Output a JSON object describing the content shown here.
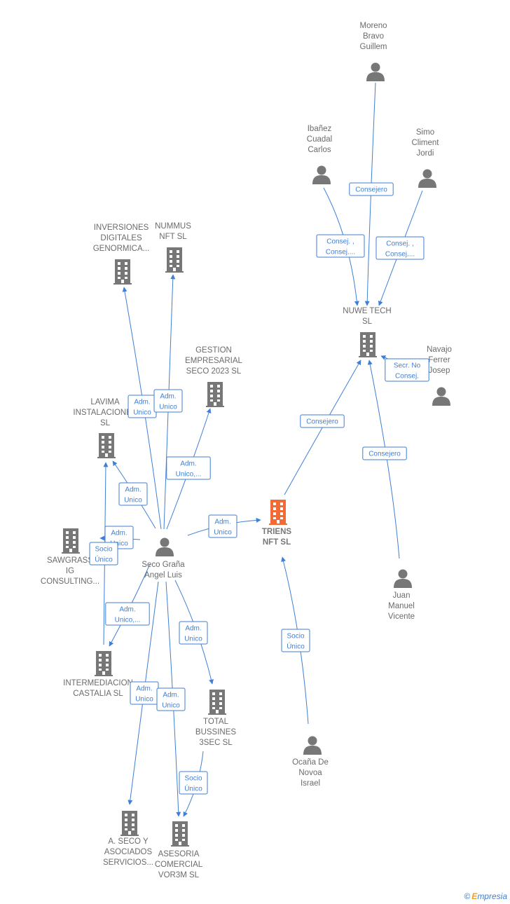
{
  "colors": {
    "edge": "#3f7fd6",
    "icon": "#777777",
    "focus": "#f26a36"
  },
  "nodes": {
    "moreno": {
      "lines": [
        "Moreno",
        "Bravo",
        "Guillem"
      ],
      "type": "person"
    },
    "ibanez": {
      "lines": [
        "Ibañez",
        "Cuadal",
        "Carlos"
      ],
      "type": "person"
    },
    "simo": {
      "lines": [
        "Simo",
        "Climent",
        "Jordi"
      ],
      "type": "person"
    },
    "nuwe": {
      "lines": [
        "NUWE TECH",
        "SL"
      ],
      "type": "company"
    },
    "navajo": {
      "lines": [
        "Navajo",
        "Ferrer",
        "Josep"
      ],
      "type": "person"
    },
    "inversiones": {
      "lines": [
        "INVERSIONES",
        "DIGITALES",
        "GENORMICA..."
      ],
      "type": "company"
    },
    "nummus": {
      "lines": [
        "NUMMUS",
        "NFT  SL"
      ],
      "type": "company"
    },
    "gestion": {
      "lines": [
        "GESTION",
        "EMPRESARIAL",
        "SECO 2023  SL"
      ],
      "type": "company"
    },
    "lavima": {
      "lines": [
        "LAVIMA",
        "INSTALACIONES",
        "SL"
      ],
      "type": "company"
    },
    "triens": {
      "lines": [
        "TRIENS",
        "NFT  SL"
      ],
      "type": "focus"
    },
    "sawgrass": {
      "lines": [
        "SAWGRASS",
        "IG",
        "CONSULTING..."
      ],
      "type": "company"
    },
    "seco": {
      "lines": [
        "Seco Graña",
        "Angel Luis"
      ],
      "type": "person"
    },
    "juan": {
      "lines": [
        "Juan",
        "Manuel",
        "Vicente"
      ],
      "type": "person"
    },
    "intermediacion": {
      "lines": [
        "INTERMEDIACION",
        "CASTALIA  SL"
      ],
      "type": "company"
    },
    "total": {
      "lines": [
        "TOTAL",
        "BUSSINES",
        "3SEC  SL"
      ],
      "type": "company"
    },
    "ocana": {
      "lines": [
        "Ocaña De",
        "Novoa",
        "Israel"
      ],
      "type": "person"
    },
    "aseco": {
      "lines": [
        "A.  SECO Y",
        "ASOCIADOS",
        "SERVICIOS..."
      ],
      "type": "company"
    },
    "asesoria": {
      "lines": [
        "ASESORIA",
        "COMERCIAL",
        "VOR3M  SL"
      ],
      "type": "company"
    }
  },
  "relations": [
    {
      "id": "moreno-nuwe",
      "lines": [
        "Consejero"
      ]
    },
    {
      "id": "ibanez-nuwe",
      "lines": [
        "Consej. ,",
        "Consej...."
      ]
    },
    {
      "id": "simo-nuwe",
      "lines": [
        "Consej. ,",
        "Consej...."
      ]
    },
    {
      "id": "navajo-nuwe",
      "lines": [
        "Secr.  No",
        "Consej."
      ]
    },
    {
      "id": "triens-nuwe",
      "lines": [
        "Consejero"
      ]
    },
    {
      "id": "juan-nuwe",
      "lines": [
        "Consejero"
      ]
    },
    {
      "id": "seco-inversiones",
      "lines": [
        "Adm.",
        "Unico"
      ]
    },
    {
      "id": "seco-nummus",
      "lines": [
        "Adm.",
        "Unico"
      ]
    },
    {
      "id": "seco-gestion",
      "lines": [
        "Adm.",
        "Unico,..."
      ]
    },
    {
      "id": "seco-lavima",
      "lines": [
        "Adm.",
        "Unico"
      ]
    },
    {
      "id": "seco-triens",
      "lines": [
        "Adm.",
        "Unico"
      ]
    },
    {
      "id": "seco-sawgrass-adm",
      "lines": [
        "Adm.",
        "Unico"
      ]
    },
    {
      "id": "intermediacion-sawgrass",
      "lines": [
        "Socio",
        "Único"
      ]
    },
    {
      "id": "seco-intermediacion",
      "lines": [
        "Adm.",
        "Unico,..."
      ]
    },
    {
      "id": "seco-total",
      "lines": [
        "Adm.",
        "Unico"
      ]
    },
    {
      "id": "seco-aseco",
      "lines": [
        "Adm.",
        "Unico"
      ]
    },
    {
      "id": "seco-asesoria",
      "lines": [
        "Adm.",
        "Unico"
      ]
    },
    {
      "id": "total-asesoria",
      "lines": [
        "Socio",
        "Único"
      ]
    },
    {
      "id": "ocana-triens",
      "lines": [
        "Socio",
        "Único"
      ]
    }
  ],
  "brand": {
    "symbol": "©",
    "first": "E",
    "rest": "mpresia"
  }
}
